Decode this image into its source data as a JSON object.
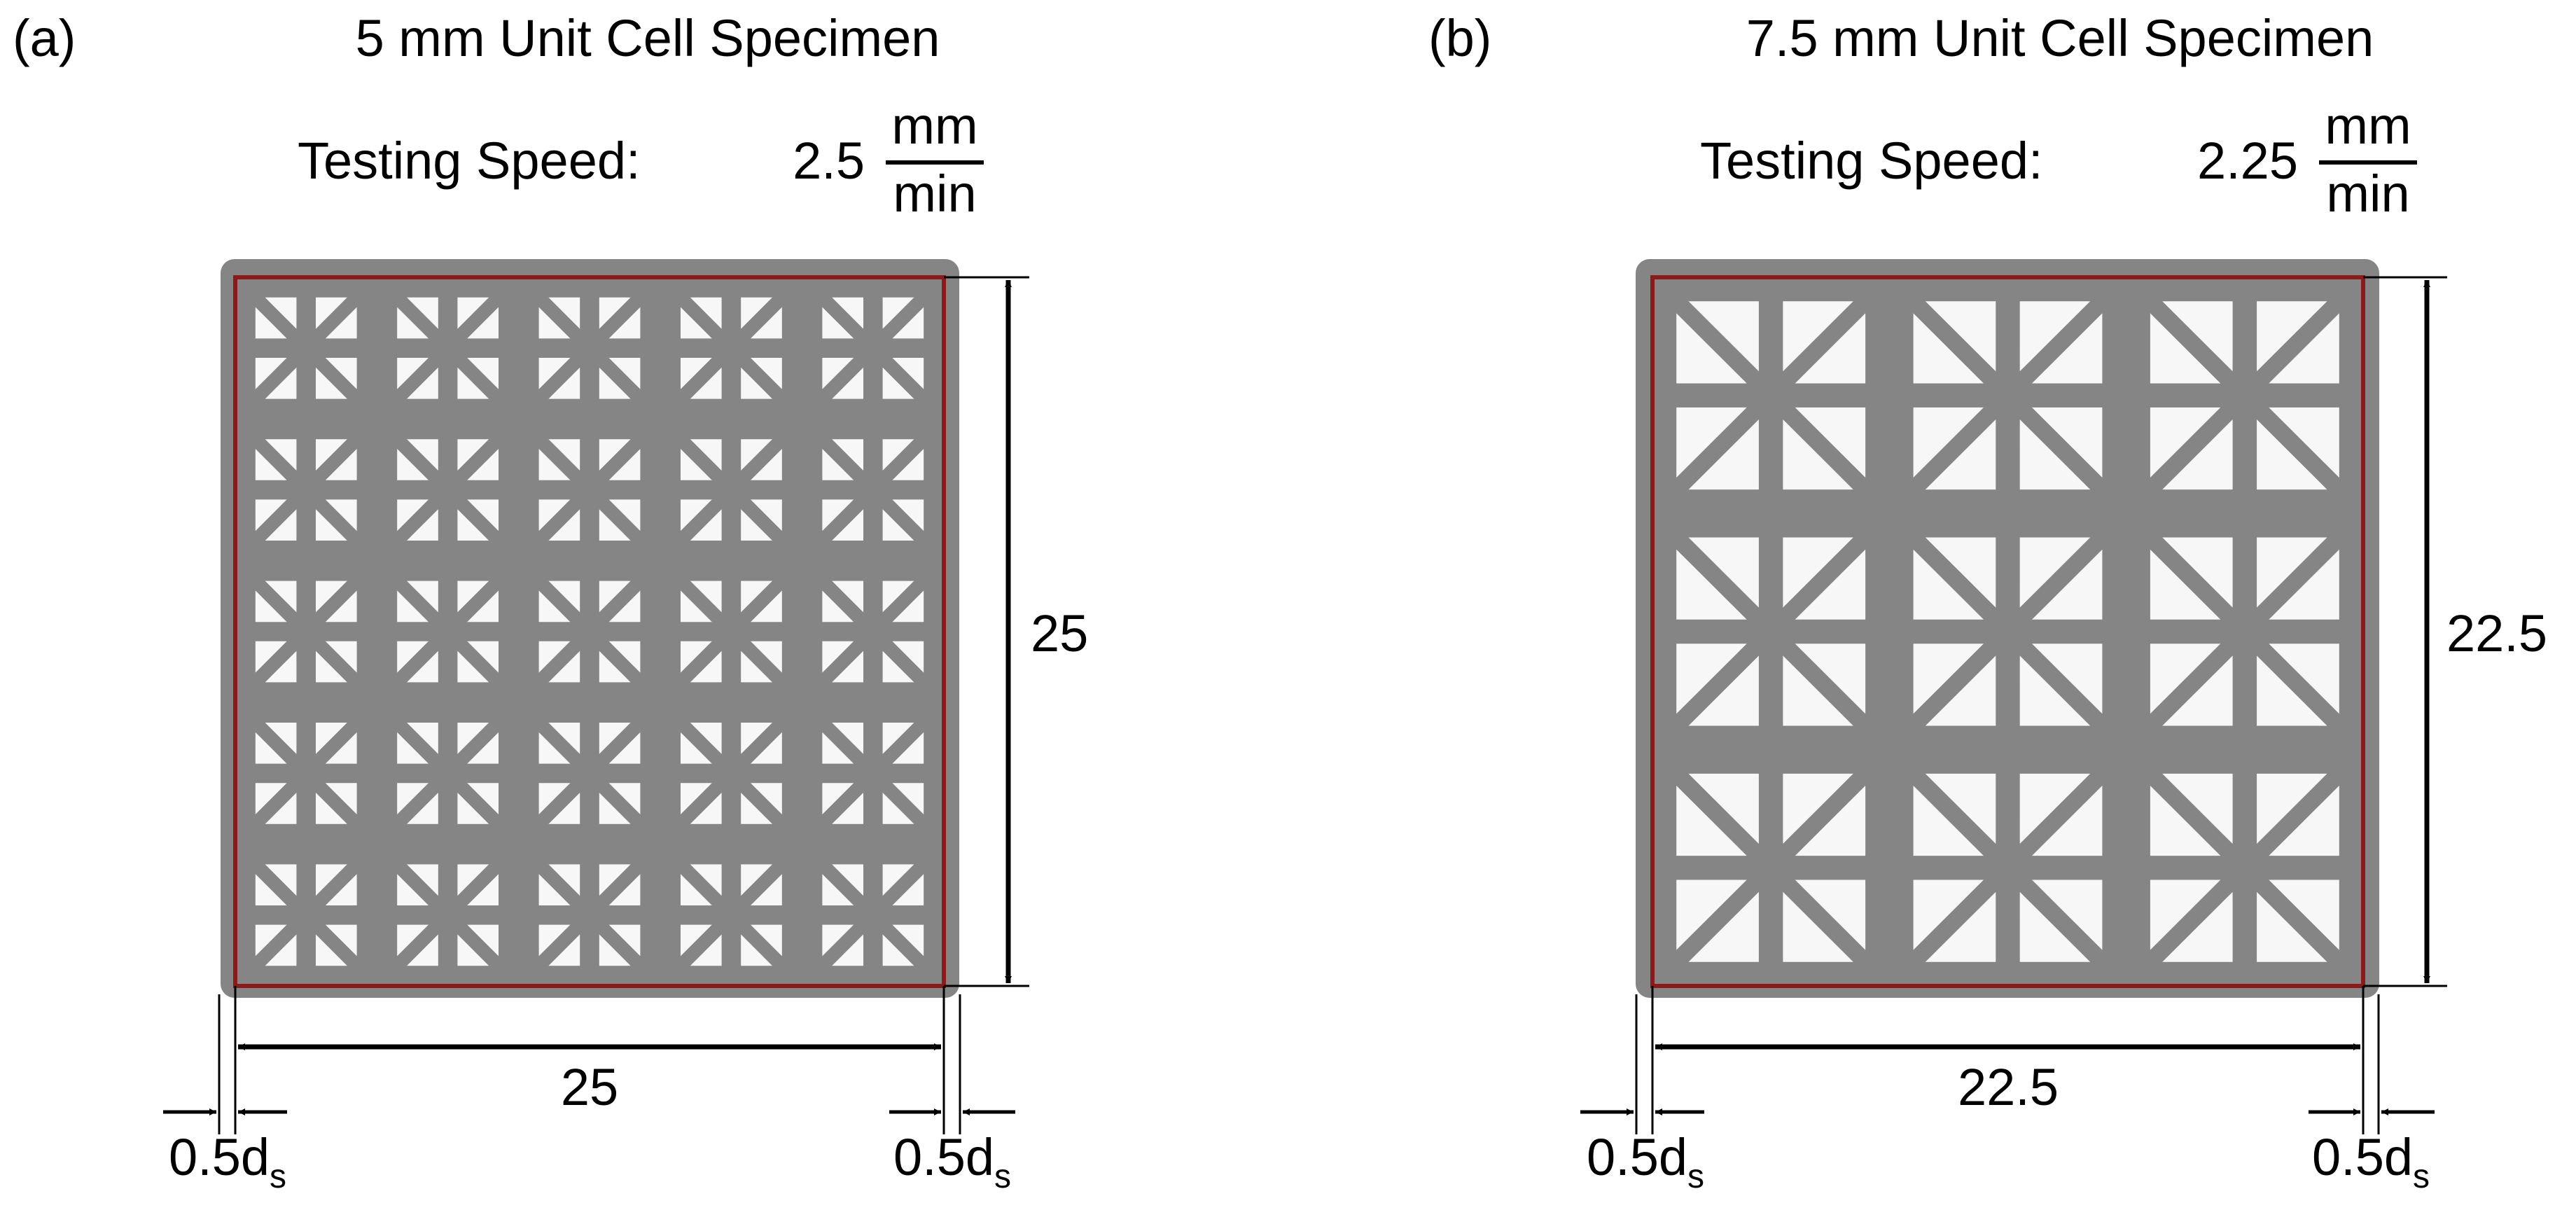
{
  "panels": [
    {
      "id": "a",
      "label": "(a)",
      "title": "5 mm Unit Cell Specimen",
      "speed_label": "Testing Speed:",
      "speed_value": "2.5",
      "speed_unit_num": "mm",
      "speed_unit_den": "min",
      "cells": 5,
      "width_label": "25",
      "height_label": "25",
      "offset_left": {
        "main": "0.5d",
        "sub": "s"
      },
      "offset_right": {
        "main": "0.5d",
        "sub": "s"
      }
    },
    {
      "id": "b",
      "label": "(b)",
      "title": "7.5 mm Unit Cell Specimen",
      "speed_label": "Testing Speed:",
      "speed_value": "2.25",
      "speed_unit_num": "mm",
      "speed_unit_den": "min",
      "cells": 3,
      "width_label": "22.5",
      "height_label": "22.5",
      "offset_left": {
        "main": "0.5d",
        "sub": "s"
      },
      "offset_right": {
        "main": "0.5d",
        "sub": "s"
      }
    }
  ],
  "colors": {
    "strut": "#858585",
    "void": "#f7f7f7",
    "boundary": "#8b1a1a",
    "dimension": "#000000"
  }
}
